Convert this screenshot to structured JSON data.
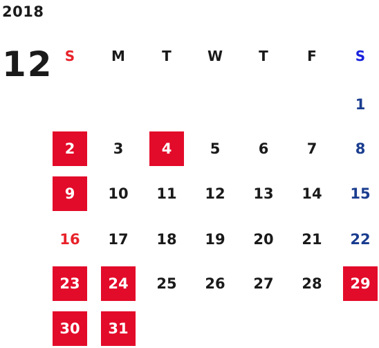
{
  "calendar": {
    "year": "2018",
    "month": "12",
    "weekdays": [
      "S",
      "M",
      "T",
      "W",
      "T",
      "F",
      "S"
    ],
    "weeks": [
      [
        null,
        null,
        null,
        null,
        null,
        null,
        "1"
      ],
      [
        "2",
        "3",
        "4",
        "5",
        "6",
        "7",
        "8"
      ],
      [
        "9",
        "10",
        "11",
        "12",
        "13",
        "14",
        "15"
      ],
      [
        "16",
        "17",
        "18",
        "19",
        "20",
        "21",
        "22"
      ],
      [
        "23",
        "24",
        "25",
        "26",
        "27",
        "28",
        "29"
      ],
      [
        "30",
        "31",
        null,
        null,
        null,
        null,
        null
      ]
    ],
    "highlighted_days": [
      "2",
      "4",
      "9",
      "23",
      "24",
      "29",
      "30",
      "31"
    ],
    "colors": {
      "highlight_bg": "#e30b2a",
      "sunday": "#e8222a",
      "saturday": "#1a3d8f",
      "saturday_header": "#1a22dd",
      "text": "#1a1a1a"
    }
  }
}
